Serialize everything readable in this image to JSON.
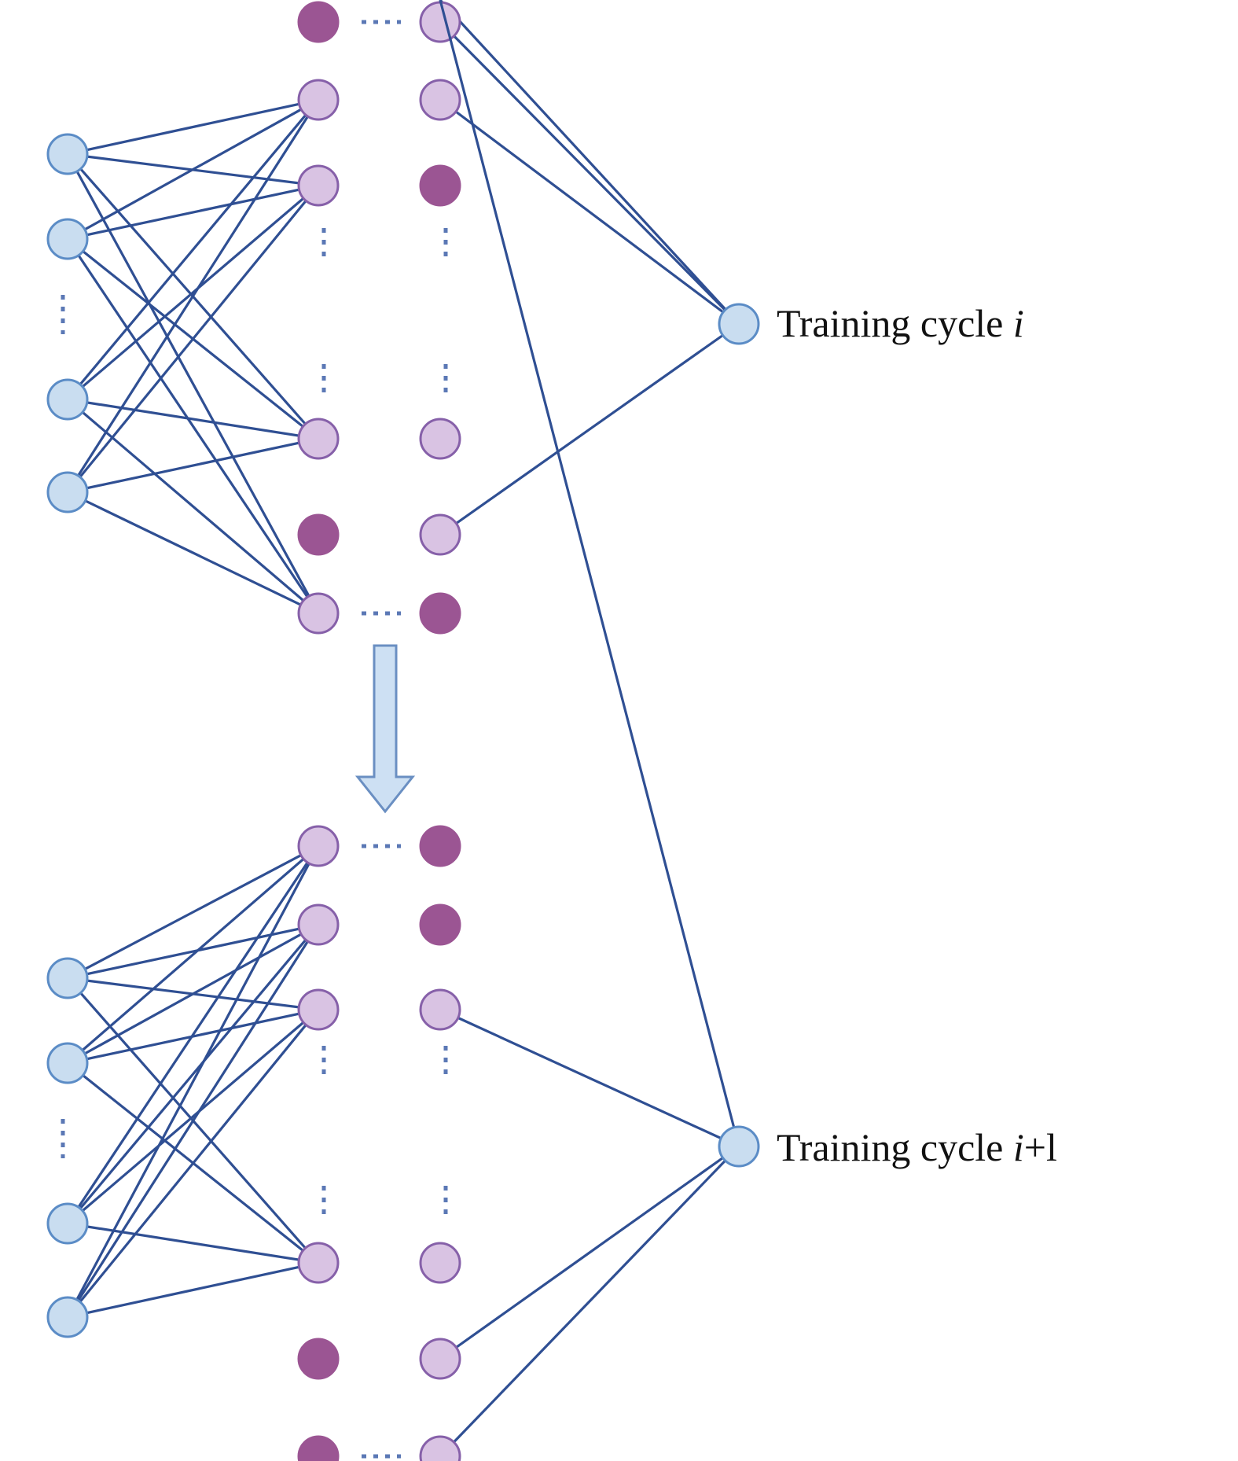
{
  "colors": {
    "input_fill": "#c9ddf0",
    "input_stroke": "#5b8cc6",
    "hidden_fill": "#d9c3e3",
    "hidden_stroke": "#8660a9",
    "dropped_fill": "#9b5593",
    "edge": "#2f4f93",
    "ellipsis": "#5b78b5",
    "arrow_fill": "#cde0f3",
    "arrow_stroke": "#6a8fc2"
  },
  "panels": [
    {
      "label": {
        "prefix": "Training cycle ",
        "italic": "i",
        "suffix": ""
      },
      "hidden1_dropped": [
        0,
        4
      ],
      "hidden2_dropped": [
        2,
        5
      ],
      "hidden2_connected": [
        0,
        1,
        4,
        6
      ]
    },
    {
      "label": {
        "prefix": "Training cycle ",
        "italic": "i",
        "suffix": "+l"
      },
      "hidden1_dropped": [
        4,
        5
      ],
      "hidden2_dropped": [
        0,
        1
      ],
      "hidden2_connected": [
        2,
        4,
        5,
        6
      ]
    }
  ]
}
